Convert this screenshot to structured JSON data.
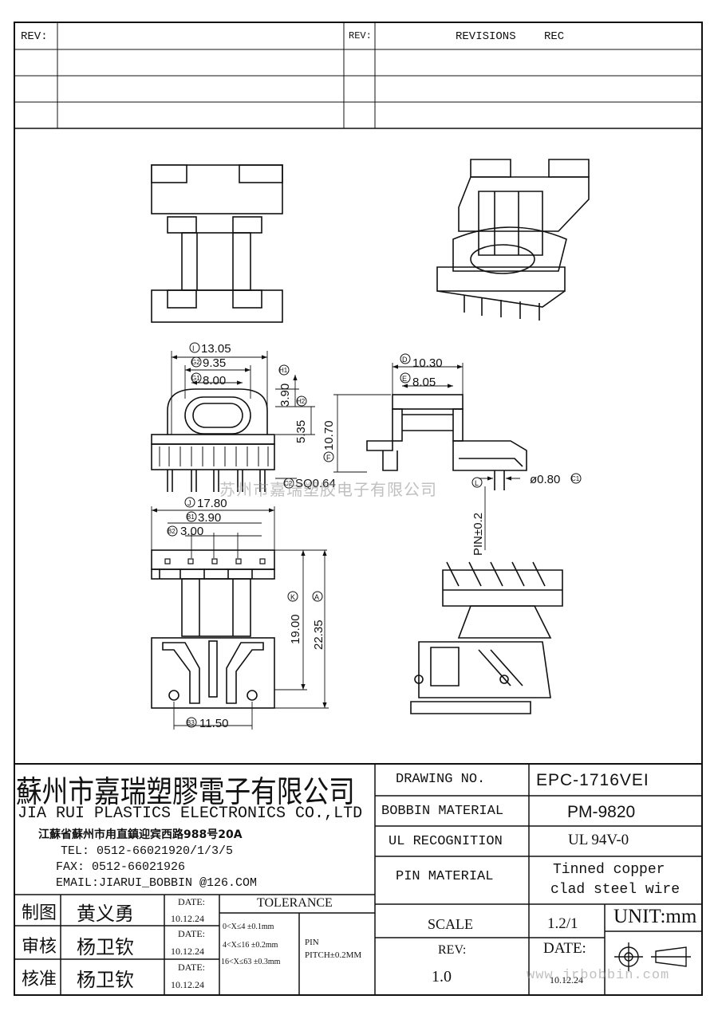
{
  "revision_table": {
    "left_header": "REV:",
    "middle_header": "REV:",
    "right_header_a": "REVISIONS",
    "right_header_b": "REC"
  },
  "dimensions": {
    "I": {
      "code": "I",
      "value": "13.05"
    },
    "G2": {
      "code": "G2",
      "value": "9.35"
    },
    "G1": {
      "code": "G1",
      "value": "8.00"
    },
    "H1": {
      "code": "H1",
      "value": "3.90"
    },
    "H2": {
      "code": "H2",
      "value": "5.35"
    },
    "F": {
      "code": "F",
      "value": "10.70"
    },
    "C2": {
      "code": "C2",
      "value": "SQ0.64"
    },
    "D": {
      "code": "D",
      "value": "10.30"
    },
    "E": {
      "code": "E",
      "value": "8.05"
    },
    "C1": {
      "code": "C1",
      "value": "ø0.80"
    },
    "pin_tol": "PIN±0.2",
    "L": {
      "code": "L"
    },
    "J": {
      "code": "J",
      "value": "17.80"
    },
    "B1": {
      "code": "B1",
      "value": "3.90"
    },
    "B2": {
      "code": "B2",
      "value": "3.00"
    },
    "K": {
      "code": "K",
      "value": "19.00"
    },
    "A": {
      "code": "A",
      "value": "22.35"
    },
    "B3": {
      "code": "B3",
      "value": "11.50"
    }
  },
  "watermark": "苏州市嘉瑞塑胶电子有限公司",
  "website_watermark": "www.jrbobbin.com",
  "company": {
    "name_cn": "蘇州市嘉瑞塑膠電子有限公司",
    "name_en": "JIA RUI PLASTICS ELECTRONICS CO.,LTD",
    "address": "江蘇省蘇州市甪直鎮迎宾西路988号20A",
    "tel": "TEL: 0512-66021920/1/3/5",
    "fax": "FAX: 0512-66021926",
    "email": "EMAIL:JIARUI_BOBBIN @126.COM"
  },
  "title_block": {
    "drawing_no_label": "DRAWING  NO.",
    "drawing_no": "EPC-1716VEI",
    "bobbin_material_label": "BOBBIN  MATERIAL",
    "bobbin_material": "PM-9820",
    "ul_label": "UL RECOGNITION",
    "ul_value": "UL 94V-0",
    "pin_material_label": "PIN MATERIAL",
    "pin_material_1": "Tinned copper",
    "pin_material_2": "clad steel wire",
    "scale_label": "SCALE",
    "scale_value": "1.2/1",
    "unit": "UNIT:mm",
    "rev_label": "REV:",
    "rev_value": "1.0",
    "date_label": "DATE:",
    "date_value": "10.12.24"
  },
  "signoff": [
    {
      "role": "制图",
      "name": "黄义勇",
      "date_label": "DATE:",
      "date": "10.12.24"
    },
    {
      "role": "审核",
      "name": "杨卫钦",
      "date_label": "DATE:",
      "date": "10.12.24"
    },
    {
      "role": "核准",
      "name": "杨卫钦",
      "date_label": "DATE:",
      "date": "10.12.24"
    }
  ],
  "tolerance": {
    "header": "TOLERANCE",
    "rows": [
      "0<X≤4  ±0.1mm",
      "4<X≤16 ±0.2mm",
      "16<X≤63 ±0.3mm"
    ],
    "pin_label": "PIN",
    "pin_pitch": "PITCH±0.2MM"
  }
}
